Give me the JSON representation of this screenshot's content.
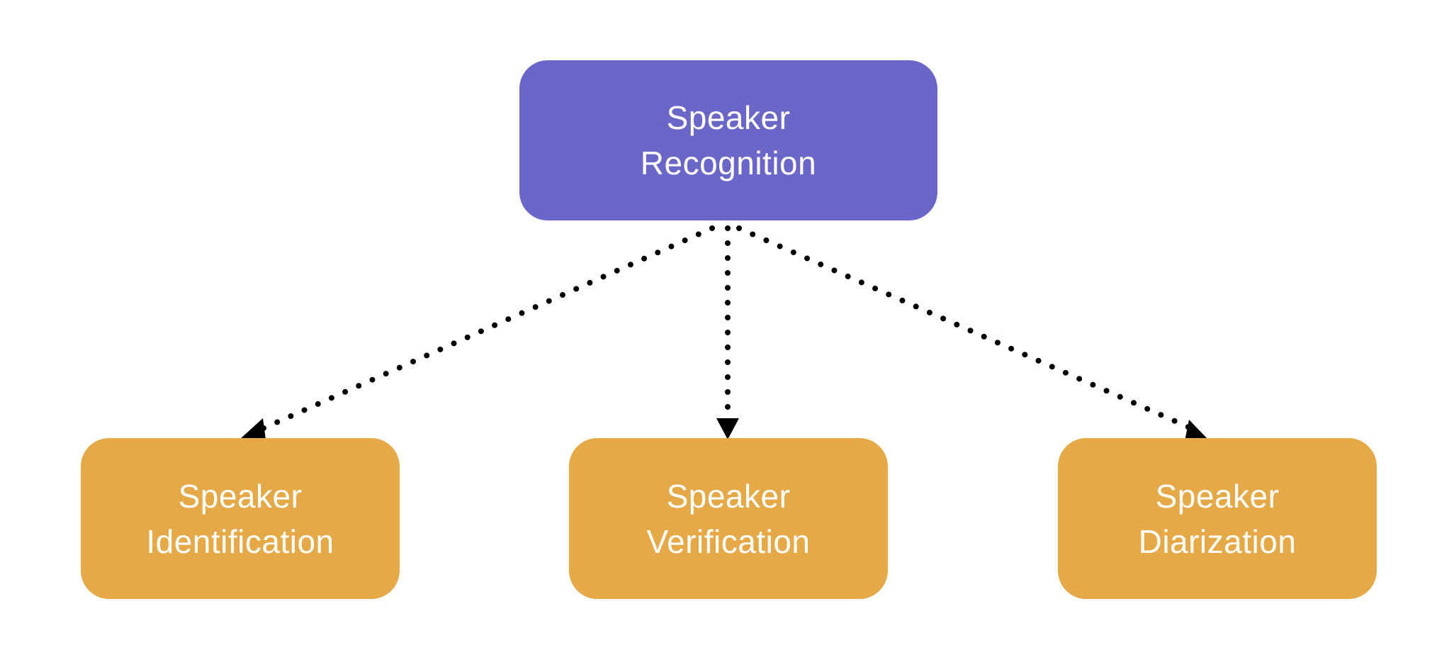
{
  "colors": {
    "root_fill": "#6a67c8",
    "child_fill": "#e6a947",
    "text": "#ffffff",
    "edge": "#000000"
  },
  "nodes": {
    "root": {
      "line1": "Speaker",
      "line2": "Recognition"
    },
    "identification": {
      "line1": "Speaker",
      "line2": "Identification"
    },
    "verification": {
      "line1": "Speaker",
      "line2": "Verification"
    },
    "diarization": {
      "line1": "Speaker",
      "line2": "Diarization"
    }
  },
  "edges": [
    {
      "from": "root",
      "to": "identification",
      "style": "dotted"
    },
    {
      "from": "root",
      "to": "verification",
      "style": "dotted"
    },
    {
      "from": "root",
      "to": "diarization",
      "style": "dotted"
    }
  ]
}
